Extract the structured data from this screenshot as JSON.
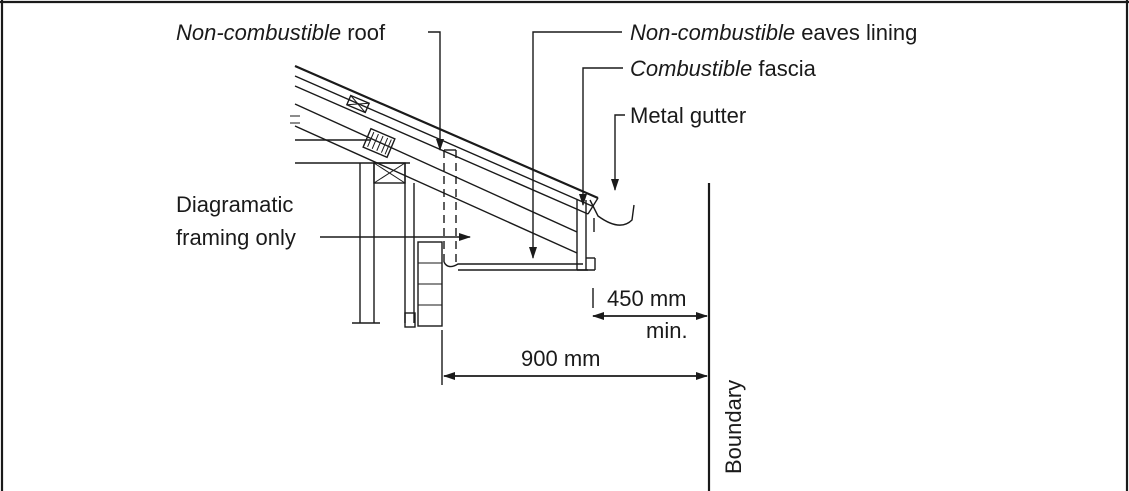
{
  "labels": {
    "roof_italic": "Non-combustible",
    "roof_rest": " roof",
    "eaves_italic": "Non-combustible",
    "eaves_rest": " eaves lining",
    "fascia_italic": "Combustible",
    "fascia_rest": " fascia",
    "gutter": "Metal gutter",
    "framing_line1": "Diagramatic",
    "framing_line2": "framing only",
    "dim_450": "450 mm",
    "dim_450_min": "min.",
    "dim_900": "900 mm",
    "boundary": "Boundary"
  },
  "colors": {
    "ink": "#1a1a1a",
    "background": "#ffffff"
  }
}
